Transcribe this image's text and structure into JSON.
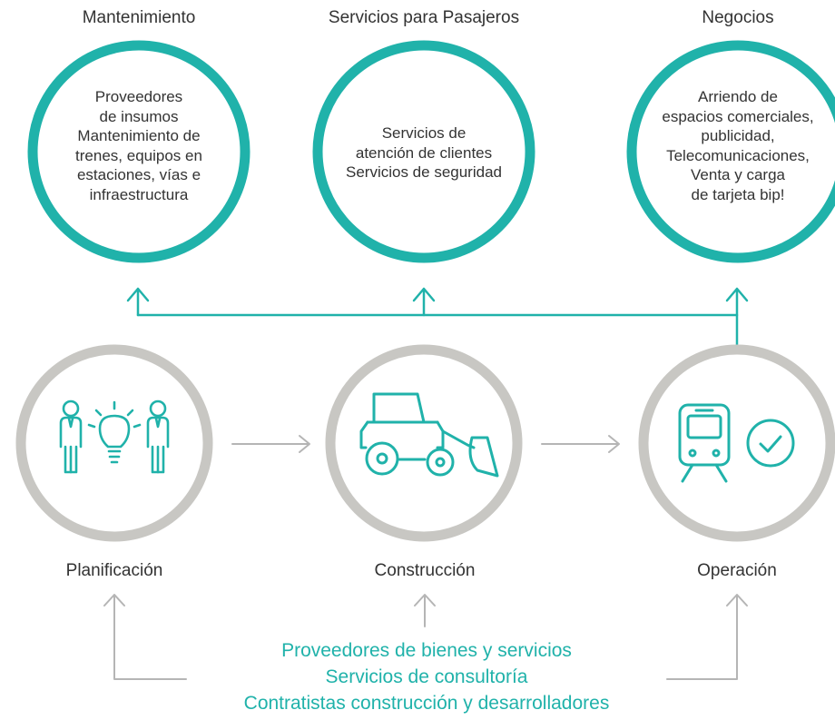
{
  "categories": [
    {
      "title": "Mantenimiento",
      "lines": [
        "Proveedores",
        "de insumos",
        "Mantenimiento de",
        "trenes, equipos en",
        "estaciones, vías e",
        "infraestructura"
      ]
    },
    {
      "title": "Servicios para Pasajeros",
      "lines": [
        "Servicios de",
        "atención de clientes",
        "Servicios de seguridad"
      ]
    },
    {
      "title": "Negocios",
      "lines": [
        "Arriendo de",
        "espacios comerciales,",
        "publicidad,",
        "Telecomunicaciones,",
        "Venta y carga",
        "de tarjeta bip!"
      ]
    }
  ],
  "stages": [
    {
      "label": "Planificación",
      "icon": "people-idea-icon"
    },
    {
      "label": "Construcción",
      "icon": "bulldozer-icon"
    },
    {
      "label": "Operación",
      "icon": "train-check-icon"
    }
  ],
  "suppliers": [
    "Proveedores de bienes y servicios",
    "Servicios de consultoría",
    "Contratistas construcción y desarrolladores"
  ],
  "colors": {
    "teal": "#20b2aa",
    "gray_ring": "#c8c7c3",
    "gray_line": "#b5b5b5",
    "text": "#333333"
  }
}
